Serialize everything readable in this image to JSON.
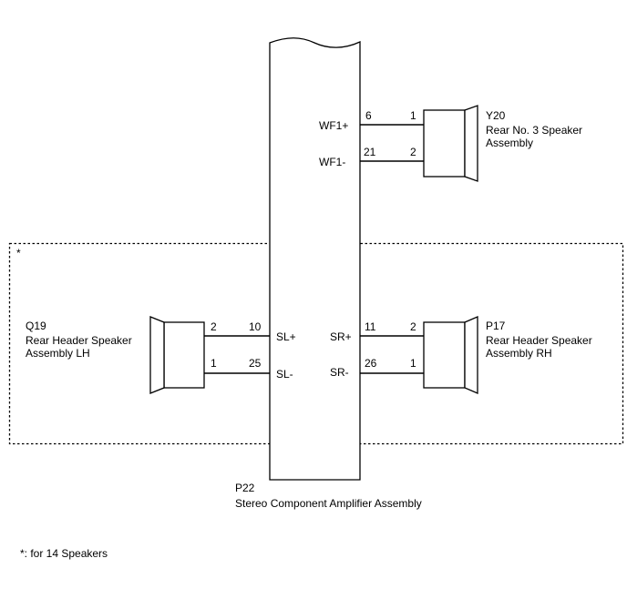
{
  "amplifier": {
    "code": "P22",
    "name": "Stereo Component Amplifier Assembly"
  },
  "y20": {
    "code": "Y20",
    "name_line1": "Rear No. 3 Speaker",
    "name_line2": "Assembly",
    "pins": [
      {
        "amp_pin": "6",
        "amp_label": "WF1+",
        "spk_pin": "1"
      },
      {
        "amp_pin": "21",
        "amp_label": "WF1-",
        "spk_pin": "2"
      }
    ]
  },
  "q19": {
    "code": "Q19",
    "name_line1": "Rear Header Speaker",
    "name_line2": "Assembly LH",
    "pins": [
      {
        "amp_pin": "10",
        "amp_label": "SL+",
        "spk_pin": "2"
      },
      {
        "amp_pin": "25",
        "amp_label": "SL-",
        "spk_pin": "1"
      }
    ]
  },
  "p17": {
    "code": "P17",
    "name_line1": "Rear Header Speaker",
    "name_line2": "Assembly RH",
    "pins": [
      {
        "amp_pin": "11",
        "amp_label": "SR+",
        "spk_pin": "2"
      },
      {
        "amp_pin": "26",
        "amp_label": "SR-",
        "spk_pin": "1"
      }
    ]
  },
  "optional_box_marker": "*",
  "footnote": "*: for 14 Speakers"
}
